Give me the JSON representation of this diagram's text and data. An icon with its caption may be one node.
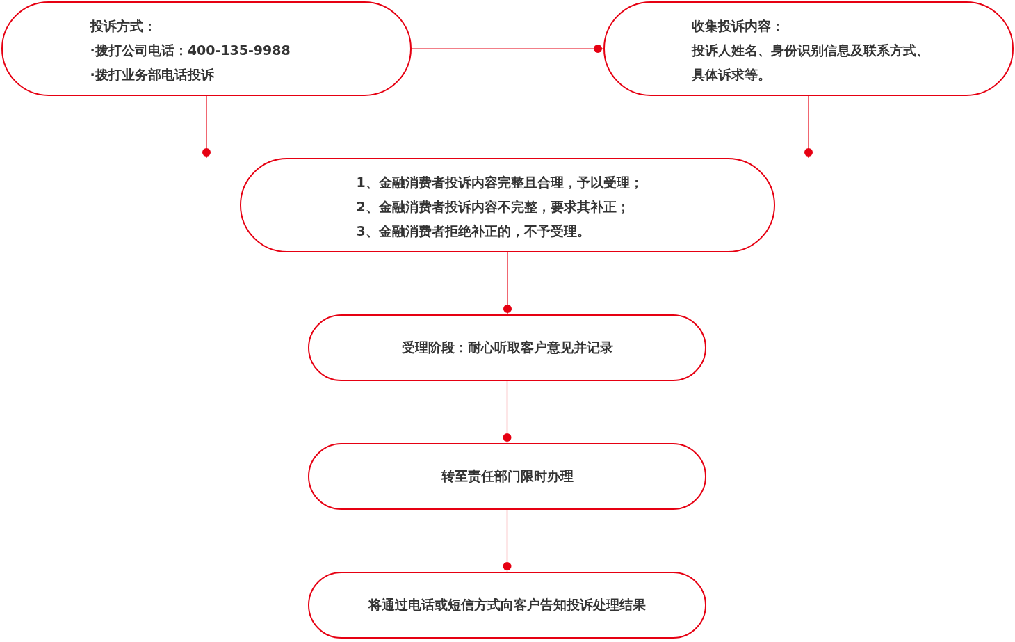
{
  "diagram": {
    "nodes": [
      {
        "text": [
          "投诉方式：",
          "·拨打公司电话：400-135-9988",
          "·拨打业务部电话投诉"
        ]
      },
      {
        "text": [
          "收集投诉内容：",
          "投诉人姓名、身份识别信息及联系方式、具体诉求等。"
        ]
      },
      {
        "text": [
          "1、金融消费者投诉内容完整且合理，予以受理；",
          "2、金融消费者投诉内容不完整，要求其补正；",
          "3、金融消费者拒绝补正的，不予受理。"
        ]
      },
      {
        "text": [
          "受理阶段：耐心听取客户意见并记录"
        ]
      },
      {
        "text": [
          "转至责任部门限时办理"
        ]
      },
      {
        "text": [
          "将通过电话或短信方式向客户告知投诉处理结果"
        ]
      }
    ],
    "edges": [
      {
        "from": 0,
        "to": 1,
        "arrow": "other"
      },
      {
        "from": 0,
        "to": 2,
        "arrow": "other"
      },
      {
        "from": 1,
        "to": 2,
        "arrow": "other"
      },
      {
        "from": 2,
        "to": 3,
        "arrow": "other"
      },
      {
        "from": 3,
        "to": 4,
        "arrow": "other"
      },
      {
        "from": 4,
        "to": 5,
        "arrow": "other"
      }
    ]
  }
}
